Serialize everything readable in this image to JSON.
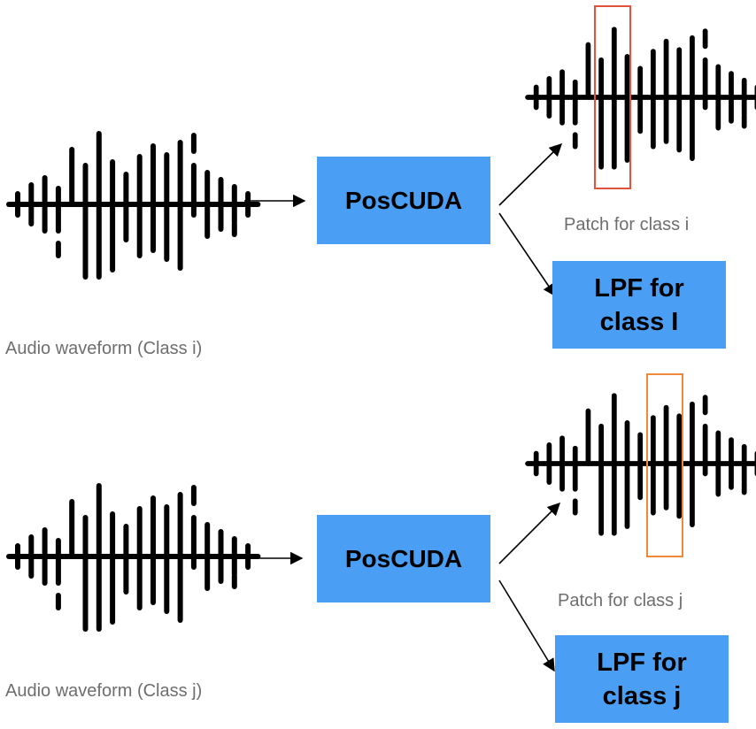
{
  "rows": [
    {
      "input_caption": "Audio waveform (Class i)",
      "model_label": "PosCUDA",
      "patch_caption": "Patch for class i",
      "lpf_line1": "LPF for",
      "lpf_line2": "class I",
      "patch_box_color": "#e0523a"
    },
    {
      "input_caption": "Audio waveform (Class j)",
      "model_label": "PosCUDA",
      "patch_caption": "Patch for class j",
      "lpf_line1": "LPF for",
      "lpf_line2": "class j",
      "patch_box_color": "#ef8a3c"
    }
  ],
  "colors": {
    "box_fill": "#4a9ff5",
    "waveform": "#000000",
    "caption_text": "#6e6e6e"
  },
  "icons": {
    "waveform": "waveform-icon",
    "arrow": "arrow-icon"
  }
}
